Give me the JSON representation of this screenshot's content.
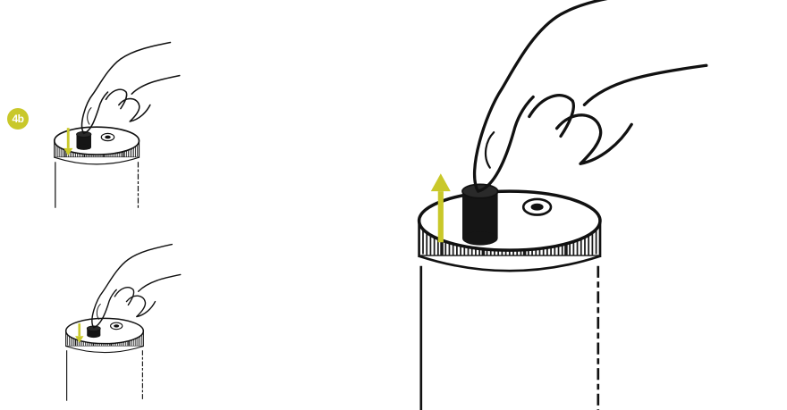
{
  "step_badge": {
    "label": "4b",
    "color": "#c9c82a"
  },
  "colors": {
    "arrow": "#c9c82a",
    "outline": "#111111",
    "cap_knurl": "#1a1a1a",
    "button": "#151515",
    "background": "#ffffff"
  },
  "panels": [
    {
      "name": "top-left",
      "arrow_direction": "down"
    },
    {
      "name": "bottom-left",
      "arrow_direction": "down"
    },
    {
      "name": "right-large",
      "arrow_direction": "up"
    }
  ],
  "icons": [
    "hand-icon",
    "bottle-cap-icon",
    "push-button-icon",
    "valve-icon",
    "arrow-icon"
  ]
}
